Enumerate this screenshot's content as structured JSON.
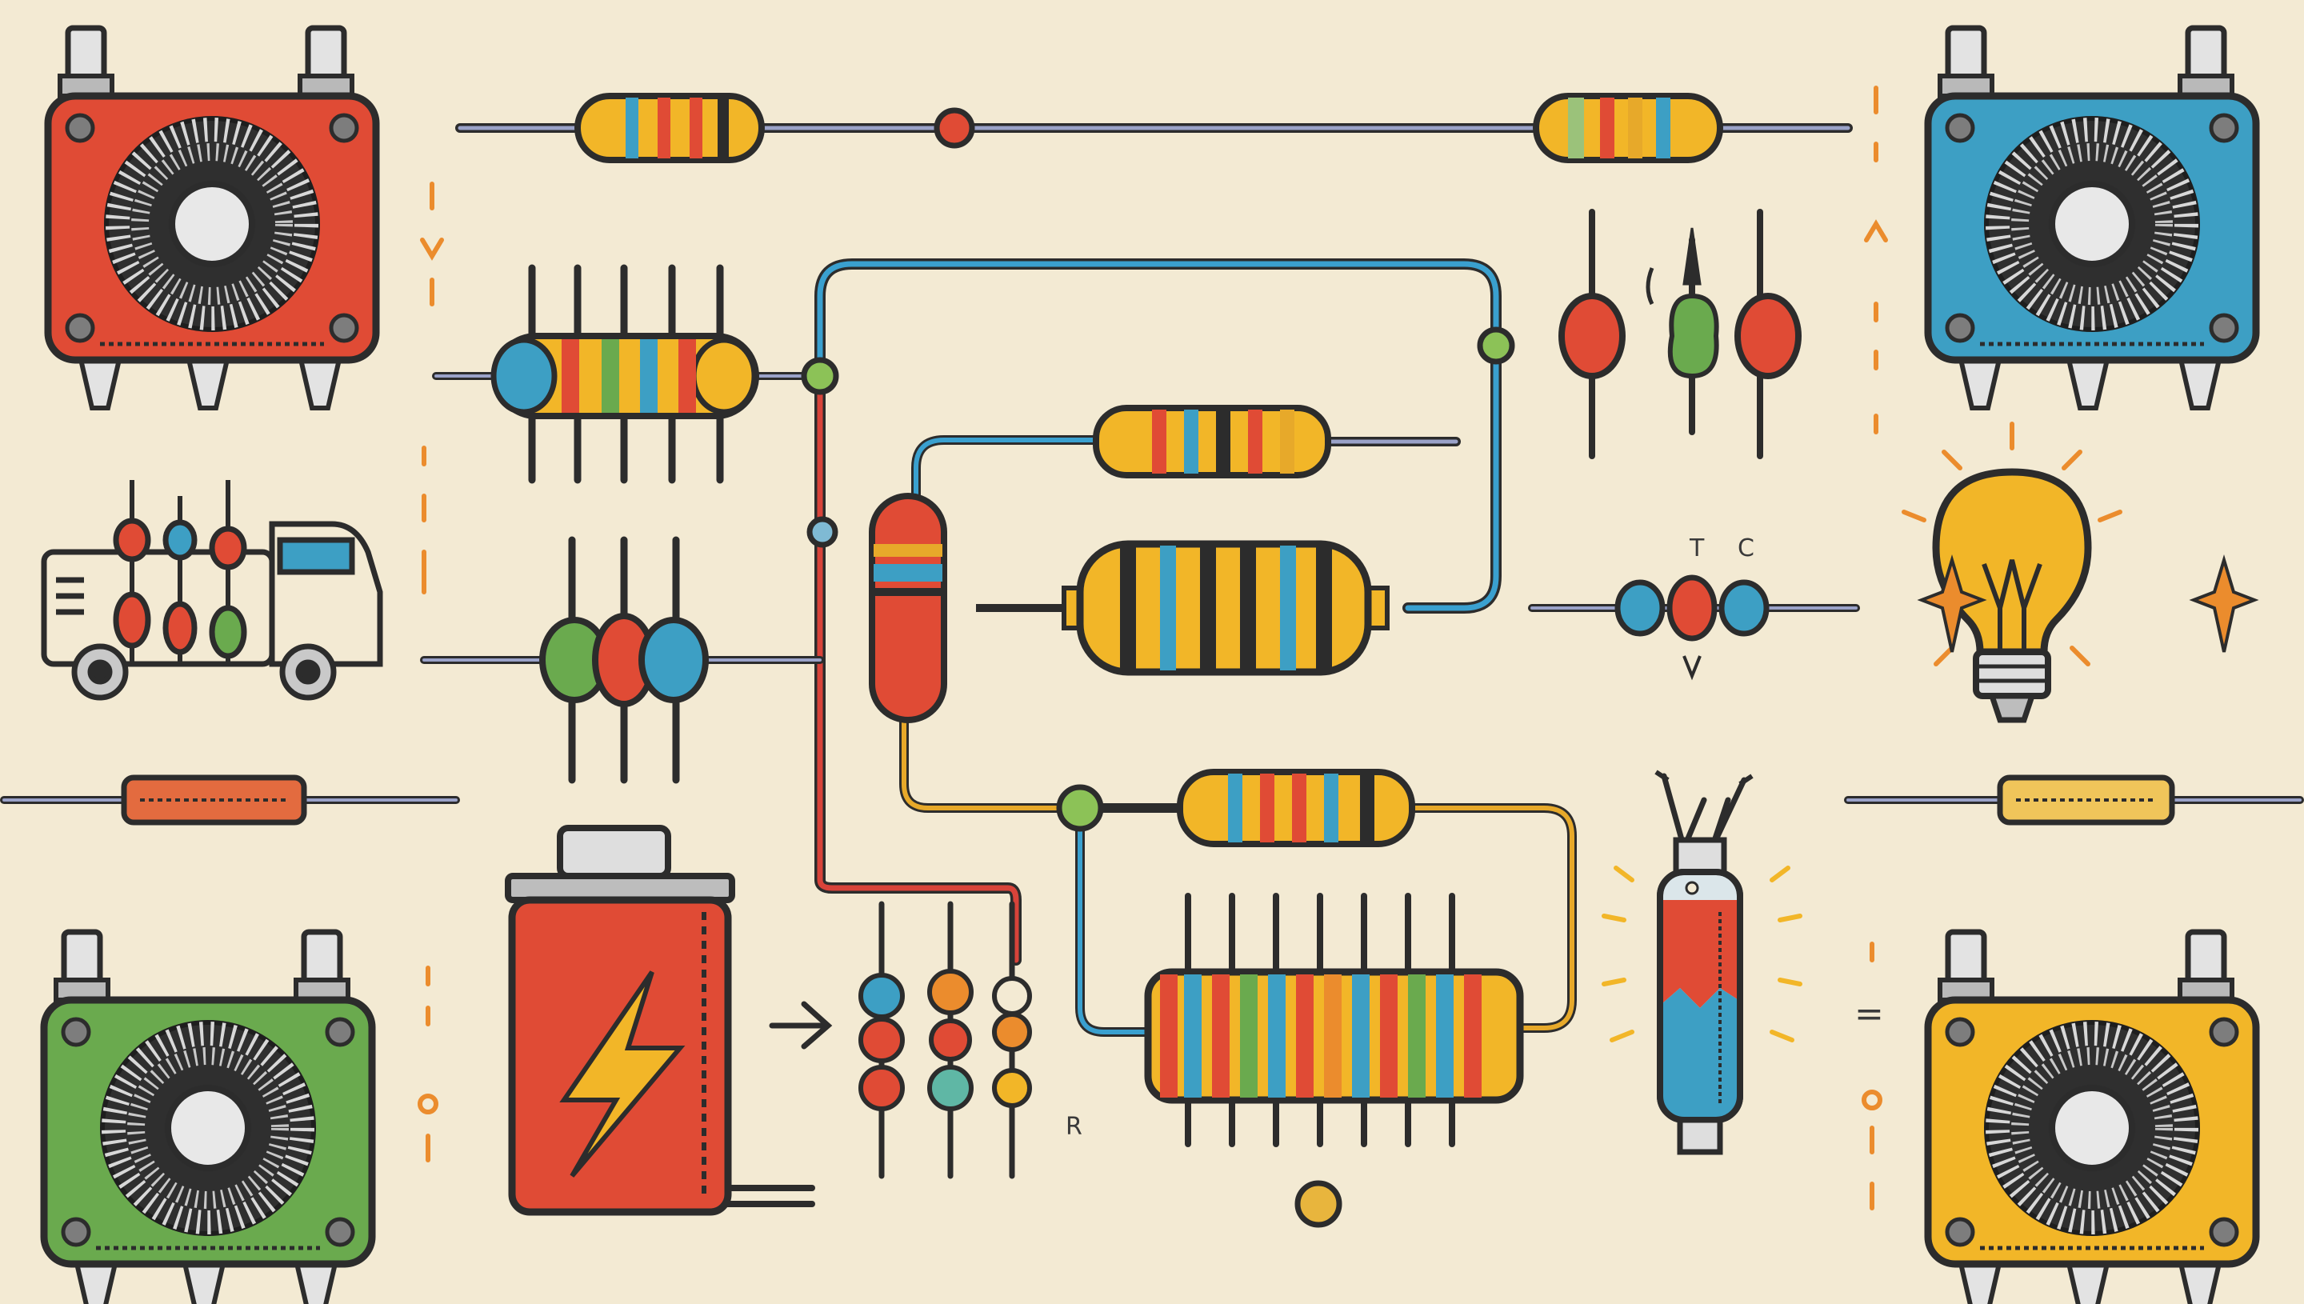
{
  "labels": {
    "symbol_t": "T",
    "symbol_c": "C",
    "symbol_r": "R",
    "symbol_equals": "="
  },
  "colors": {
    "background": "#f3ead3",
    "outline": "#2c2c2c",
    "red": "#e04b35",
    "blue": "#3d9fc4",
    "green": "#6aaa4e",
    "yellow": "#f2b628",
    "orange": "#eb8c2d",
    "wire_blue": "#3aa0cf",
    "wire_red": "#d8433a",
    "wire_yellow": "#e7a92a",
    "lead_gray": "#9a9a9a"
  },
  "icons": [
    "fan-module-red-icon",
    "fan-module-blue-icon",
    "fan-module-green-icon",
    "fan-module-yellow-icon",
    "resistor-icon",
    "battery-icon",
    "lightning-bolt-icon",
    "light-bulb-icon",
    "truck-icon",
    "capacitor-icon",
    "fuse-icon",
    "arrow-right-icon",
    "sparkle-icon"
  ]
}
